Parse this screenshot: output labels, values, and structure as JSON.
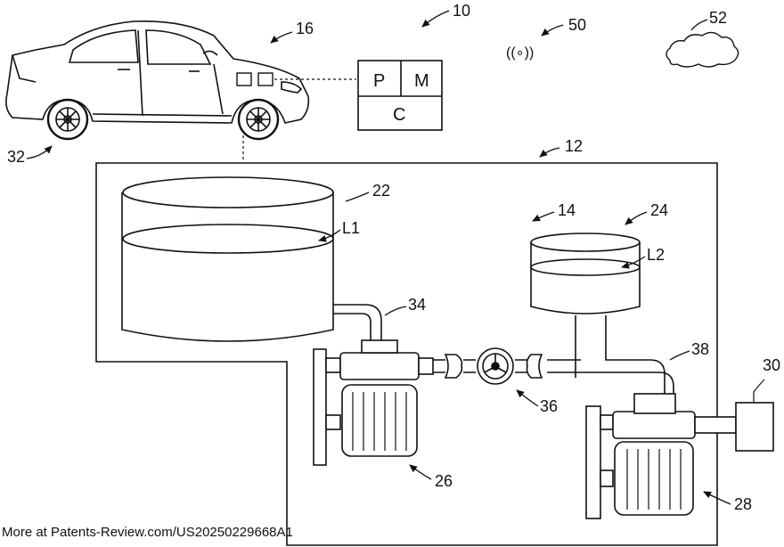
{
  "labels": {
    "system": "10",
    "plant": "12",
    "subsystem": "14",
    "vehicle": "16",
    "tank_large": "22",
    "tank_small": "24",
    "pump_left": "26",
    "pump_right": "28",
    "sensor_box": "30",
    "car": "32",
    "pipe_left": "34",
    "valve": "36",
    "pipe_right": "38",
    "wireless": "50",
    "cloud": "52",
    "level_1": "L1",
    "level_2": "L2"
  },
  "controller": {
    "p": "P",
    "m": "M",
    "c": "C"
  },
  "wireless_symbol": "((∘))",
  "footer": "More at Patents-Review.com/US20250229668A1"
}
